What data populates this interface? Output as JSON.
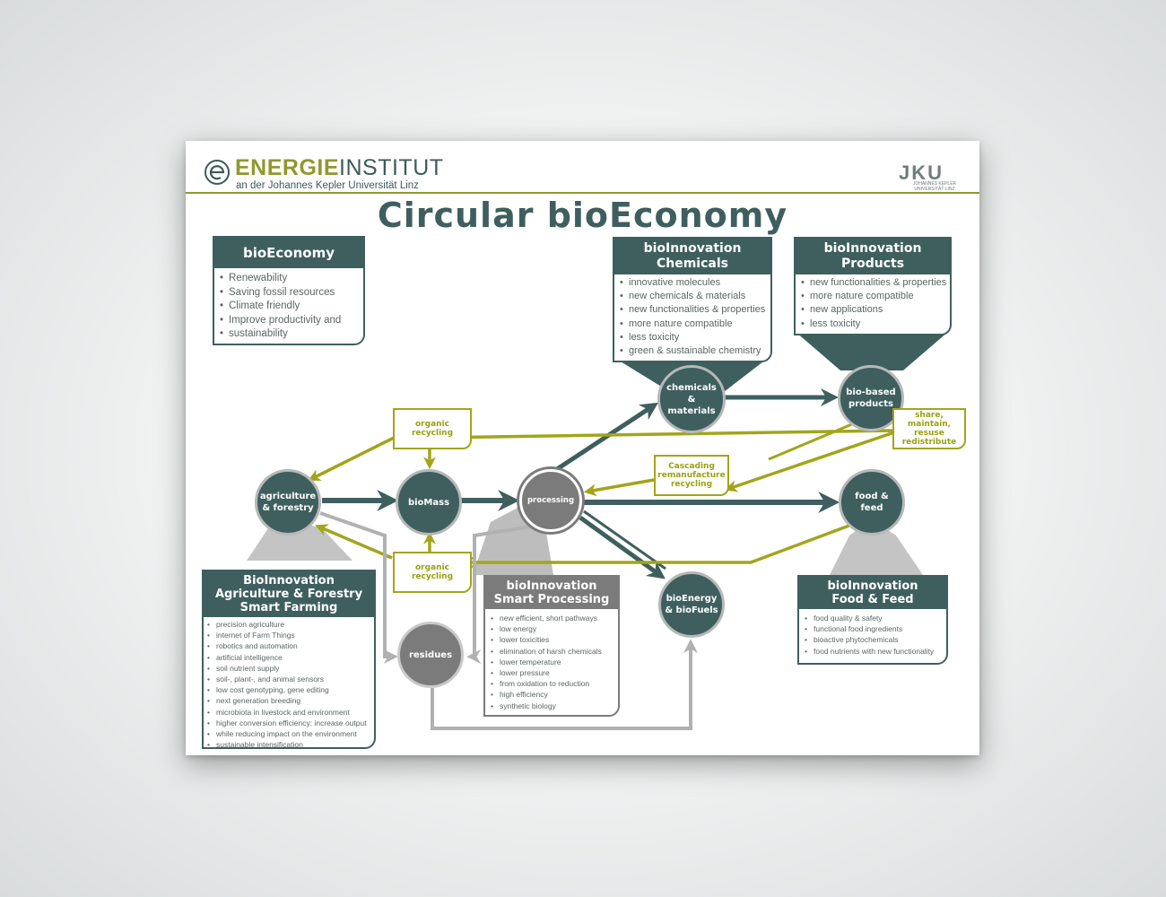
{
  "header": {
    "brand_main_accent": "ENERGIE",
    "brand_main_rest": "INSTITUT",
    "brand_sub": "an der Johannes Kepler Universität Linz",
    "jku_logo": "JKU",
    "jku_sub_line1": "JOHANNES KEPLER",
    "jku_sub_line2": "UNIVERSITÄT LINZ"
  },
  "title": "Circular bioEconomy",
  "colors": {
    "teal": "#3f5f5f",
    "olive": "#a2a51a",
    "grey": "#7b7b7b",
    "light_grey": "#c4c4c4"
  },
  "boxes": {
    "bioeconomy": {
      "title_lines": [
        "bioEconomy"
      ],
      "items": [
        "Renewability",
        "Saving fossil resources",
        "Climate friendly",
        "Improve productivity and",
        "sustainability"
      ]
    },
    "chemicals": {
      "title_lines": [
        "bioInnovation",
        "Chemicals"
      ],
      "items": [
        "innovative molecules",
        "new chemicals & materials",
        "new functionalities & properties",
        "more nature compatible",
        "less toxicity",
        "green & sustainable chemistry"
      ]
    },
    "products": {
      "title_lines": [
        "bioInnovation",
        "Products"
      ],
      "items": [
        "new functionalities & properties",
        "more nature compatible",
        "new applications",
        "less toxicity"
      ]
    },
    "agriculture": {
      "title_lines": [
        "BioInnovation",
        "Agriculture & Forestry",
        "Smart Farming"
      ],
      "items": [
        "precision agriculture",
        "internet of Farm Things",
        "robotics and automation",
        "artificial intelligence",
        "soil nutrient supply",
        "soil-, plant-, and animal sensors",
        "low cost genotyping, gene editing",
        "next generation breeding",
        "microbiota in livestock and environment",
        "higher conversion efficiency: increase output",
        "while reducing impact on the environment",
        "sustainable intensification"
      ]
    },
    "processing": {
      "title_lines": [
        "bioInnovation",
        "Smart Processing"
      ],
      "items": [
        "new efficient, short pathways",
        "low energy",
        "lower toxicities",
        "elimination of harsh chemicals",
        "lower temperature",
        "lower pressure",
        "from oxidation to reduction",
        "high efficiency",
        "synthetic biology"
      ]
    },
    "food": {
      "title_lines": [
        "bioInnovation",
        "Food & Feed"
      ],
      "items": [
        "food quality & safety",
        "functional food ingredients",
        "bioactive phytochemicals",
        "food nutrients with new functionality"
      ]
    }
  },
  "nodes": {
    "agriculture": [
      "agriculture",
      "& forestry"
    ],
    "biomass": [
      "bioMass"
    ],
    "processing": [
      "processing"
    ],
    "chemicals": [
      "chemicals",
      "&",
      "materials"
    ],
    "biobased": [
      "bio-based",
      "products"
    ],
    "food": [
      "food &",
      "feed"
    ],
    "bioenergy": [
      "bioEnergy",
      "& bioFuels"
    ],
    "residues": [
      "residues"
    ]
  },
  "labels": {
    "organic_top": [
      "organic",
      "recycling"
    ],
    "organic_bottom": [
      "organic",
      "recycling"
    ],
    "cascading": [
      "Cascading",
      "remanufacture",
      "recycling"
    ],
    "share": [
      "share,",
      "maintain,",
      "resuse",
      "redistribute"
    ]
  }
}
